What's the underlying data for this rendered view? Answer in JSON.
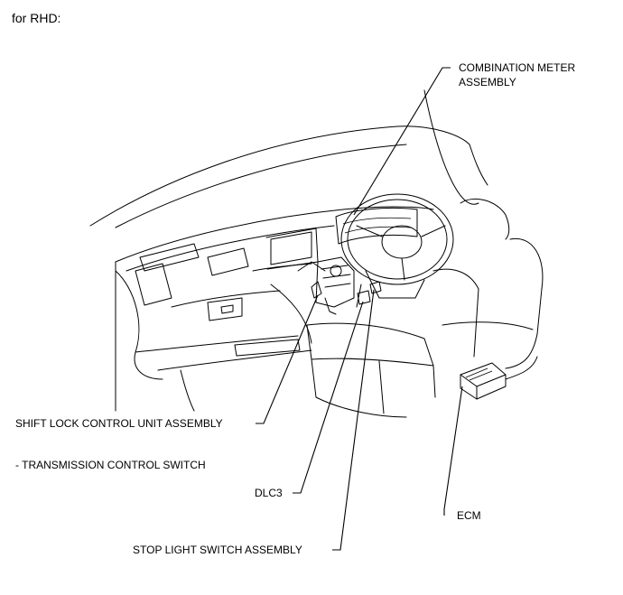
{
  "heading": "for RHD:",
  "labels": {
    "combination_meter_line1": "COMBINATION METER",
    "combination_meter_line2": "ASSEMBLY",
    "shift_lock": "SHIFT LOCK CONTROL UNIT ASSEMBLY",
    "transmission_switch": "- TRANSMISSION CONTROL SWITCH",
    "dlc3": "DLC3",
    "ecm": "ECM",
    "stop_light": "STOP LIGHT SWITCH ASSEMBLY"
  }
}
